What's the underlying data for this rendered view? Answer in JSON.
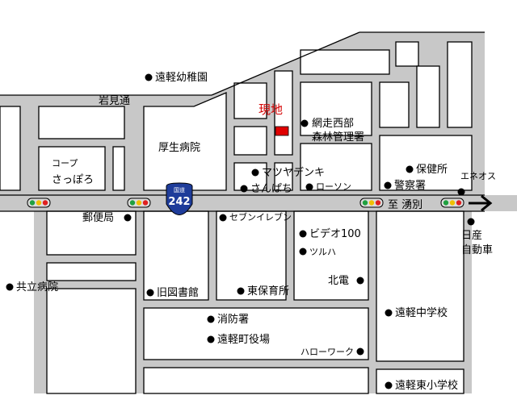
{
  "colors": {
    "road": "#c8c8c8",
    "road_edge": "#000000",
    "site": "#e00000",
    "route_shield": "#1e3c9a",
    "signal_red": "#e02020",
    "signal_yellow": "#f0c000",
    "signal_green": "#20a040"
  },
  "route": {
    "header": "国道",
    "number": "242"
  },
  "roads": {
    "iwamidori": "岩見通",
    "direction": "至 湧別"
  },
  "site": {
    "label": "現地"
  },
  "places": {
    "kindergarten": "遠軽幼稚園",
    "forestry_1": "網走西部",
    "forestry_2": "森林管理署",
    "hospital": "厚生病院",
    "coop_1": "コープ",
    "coop_2": "さっぽろ",
    "matsuya": "マツヤデンキ",
    "sanpachi": "さんぱち",
    "lawson": "ローソン",
    "health": "保健所",
    "police": "警察署",
    "eneos": "エネオス",
    "post": "郵便局",
    "seven": "セブンイレブン",
    "video": "ビデオ100",
    "tsuruha": "ツルハ",
    "nissan_1": "日産",
    "nissan_2": "自動車",
    "kyoritsu": "共立病院",
    "library": "旧図書館",
    "nursery": "東保育所",
    "hokuden": "北電",
    "junior_high": "遠軽中学校",
    "fire": "消防署",
    "town_hall": "遠軽町役場",
    "hellowork": "ハローワーク",
    "east_elementary": "遠軽東小学校"
  }
}
